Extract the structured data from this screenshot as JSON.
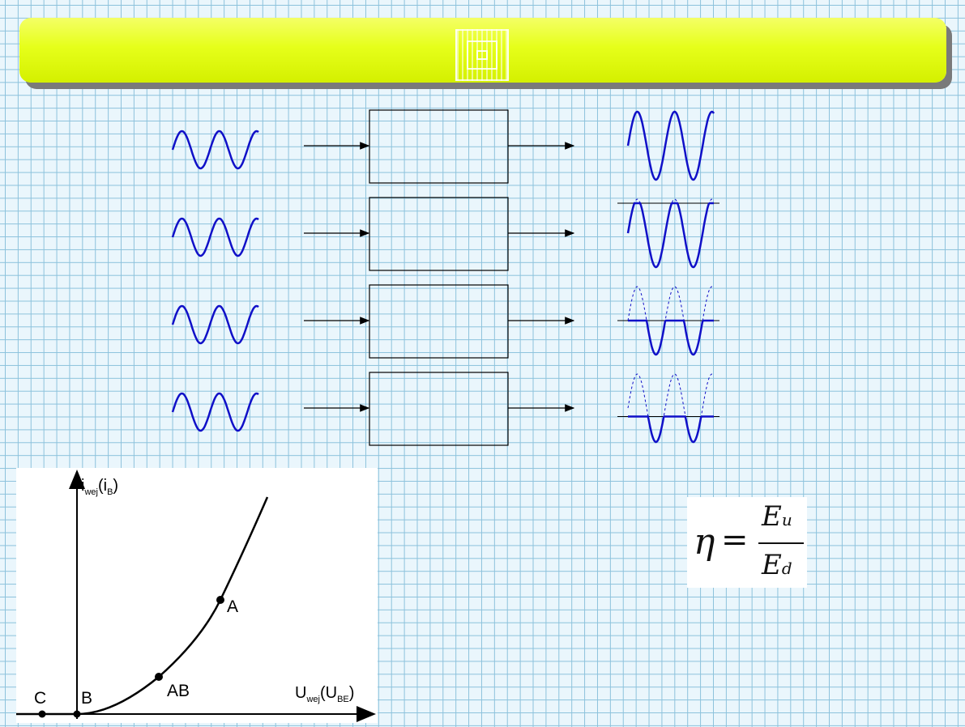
{
  "banner": {
    "title": ""
  },
  "graph": {
    "y_axis_main": "i",
    "y_axis_sub": "wej",
    "y_axis_paren": "(i",
    "y_axis_paren_sub": "B",
    "y_axis_close": ")",
    "x_axis_main": "U",
    "x_axis_sub": "wej",
    "x_axis_paren": "(U",
    "x_axis_paren_sub": "BE",
    "x_axis_close": ")",
    "points": {
      "A": "A",
      "AB": "AB",
      "B": "B",
      "C": "C"
    }
  },
  "formula": {
    "lhs": "η",
    "equals": "=",
    "num_main": "E",
    "num_sub": "u",
    "den_main": "E",
    "den_sub": "d"
  },
  "colors": {
    "wave": "#1010c8",
    "banner": "#e6ff1a"
  }
}
